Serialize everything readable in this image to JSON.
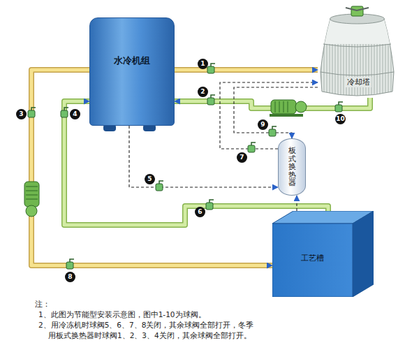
{
  "diagram": {
    "nodes": [
      {
        "text": [
          "水冷机组"
        ]
      },
      {
        "text": [
          "冷却塔"
        ]
      },
      {
        "text": [
          "板式换热器"
        ]
      },
      {
        "text": [
          "工艺槽"
        ]
      }
    ],
    "edges": [
      {
        "from": 0,
        "to": 1,
        "arrow": "to"
      },
      {
        "from": 1,
        "to": 0,
        "arrow": "to"
      },
      {
        "from": 0,
        "to": 3,
        "arrow": "to"
      },
      {
        "from": 3,
        "to": 0,
        "arrow": "to"
      },
      {
        "from": 1,
        "to": 2,
        "arrow": "to"
      },
      {
        "from": 2,
        "to": 1,
        "arrow": "to"
      },
      {
        "from": 0,
        "to": 2,
        "arrow": "to"
      },
      {
        "from": 3,
        "to": 2,
        "arrow": "to"
      }
    ],
    "labels": [
      "1",
      "2",
      "3",
      "4",
      "5",
      "6",
      "7",
      "8",
      "9",
      "10",
      "注：",
      "1、此图为节能型安装示意图，图中1-10为球阀。",
      "2、用冷冻机时球阀5、6、7、8关闭，其余球阀全部打开，冬季 用板式换热器时球阀1、2、3、4关闭，其余球阀全部打开。"
    ]
  }
}
